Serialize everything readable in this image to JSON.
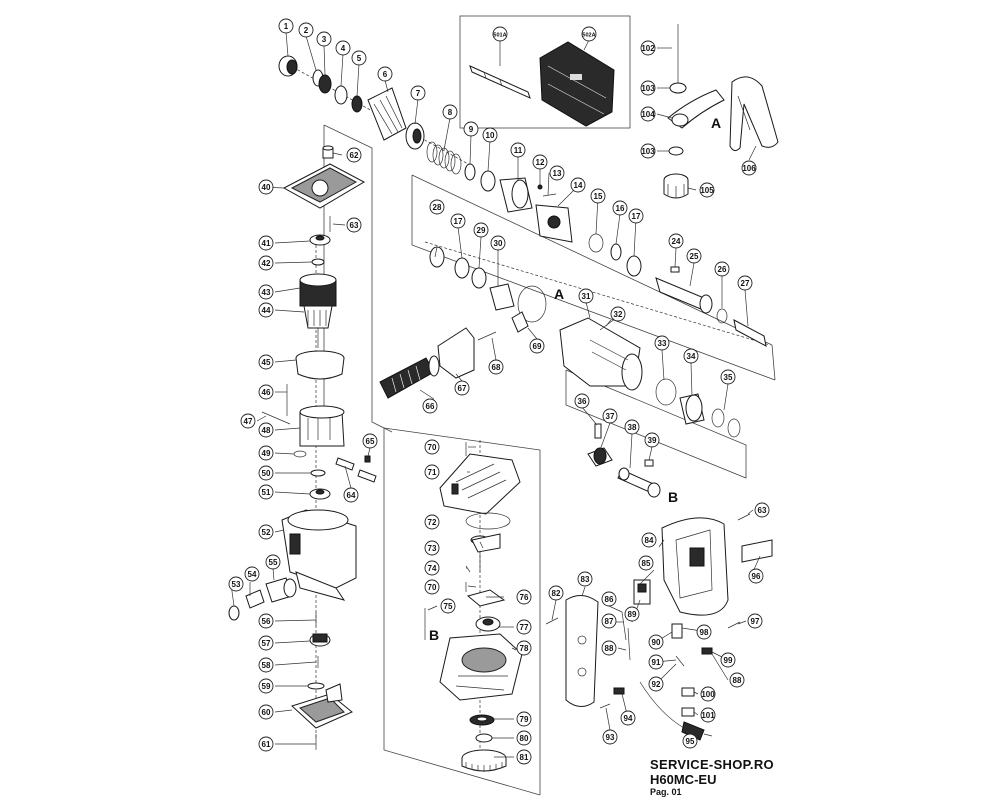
{
  "footer": {
    "shop": "SERVICE-SHOP.RO",
    "model": "H60MC-EU",
    "page": "Pag. 01"
  },
  "section_letters": [
    "A",
    "A",
    "B",
    "B"
  ],
  "part_labels": [
    "1",
    "2",
    "3",
    "4",
    "5",
    "6",
    "7",
    "8",
    "9",
    "10",
    "11",
    "12",
    "13",
    "14",
    "15",
    "16",
    "17",
    "17",
    "24",
    "25",
    "26",
    "27",
    "28",
    "29",
    "30",
    "31",
    "32",
    "33",
    "34",
    "35",
    "36",
    "37",
    "38",
    "39",
    "40",
    "41",
    "42",
    "43",
    "44",
    "45",
    "46",
    "47",
    "48",
    "49",
    "50",
    "51",
    "52",
    "53",
    "54",
    "55",
    "56",
    "57",
    "58",
    "59",
    "60",
    "61",
    "62",
    "63",
    "63",
    "64",
    "65",
    "66",
    "67",
    "68",
    "69",
    "70",
    "70",
    "71",
    "72",
    "73",
    "74",
    "75",
    "76",
    "77",
    "78",
    "79",
    "80",
    "81",
    "82",
    "83",
    "84",
    "85",
    "86",
    "87",
    "88",
    "88",
    "89",
    "90",
    "91",
    "92",
    "93",
    "94",
    "95",
    "96",
    "97",
    "98",
    "99",
    "100",
    "101",
    "102",
    "103",
    "103",
    "104",
    "105",
    "106",
    "501A",
    "502A"
  ]
}
